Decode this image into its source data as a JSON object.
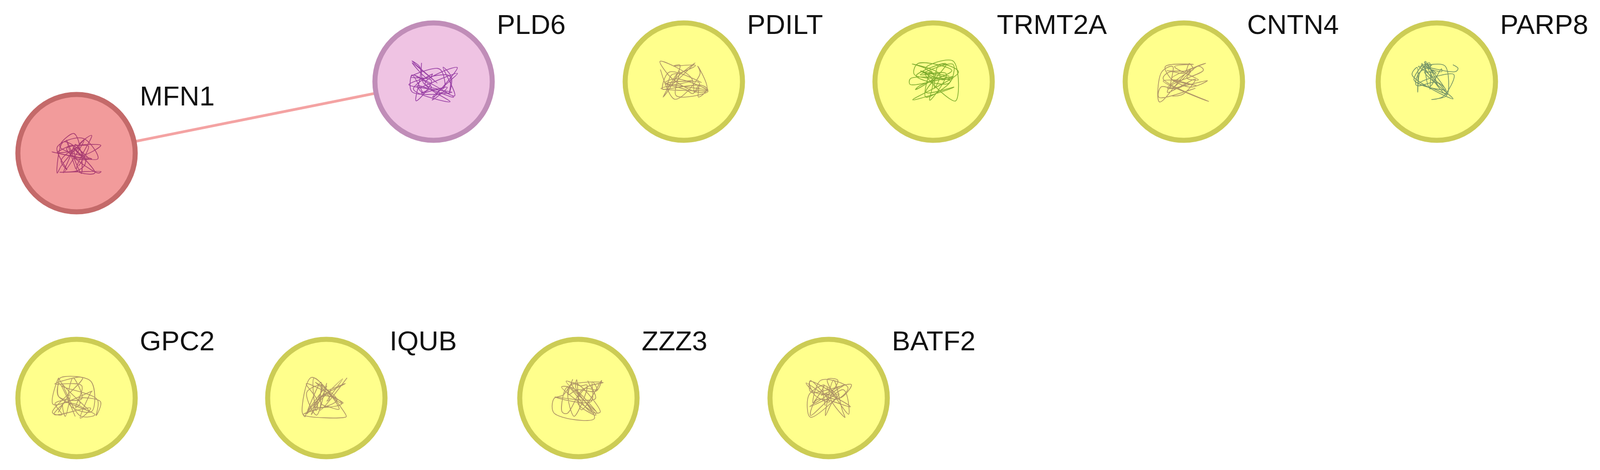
{
  "diagram": {
    "nodes": [
      {
        "text": [
          "MFN1"
        ]
      },
      {
        "text": [
          "PLD6"
        ]
      },
      {
        "text": [
          "PDILT"
        ]
      },
      {
        "text": [
          "TRMT2A"
        ]
      },
      {
        "text": [
          "CNTN4"
        ]
      },
      {
        "text": [
          "PARP8"
        ]
      },
      {
        "text": [
          "GPC2"
        ]
      },
      {
        "text": [
          "IQUB"
        ]
      },
      {
        "text": [
          "ZZZ3"
        ]
      },
      {
        "text": [
          "BATF2"
        ]
      }
    ],
    "edges": [
      {
        "from": 0,
        "to": 1,
        "arrow": "none"
      }
    ]
  }
}
